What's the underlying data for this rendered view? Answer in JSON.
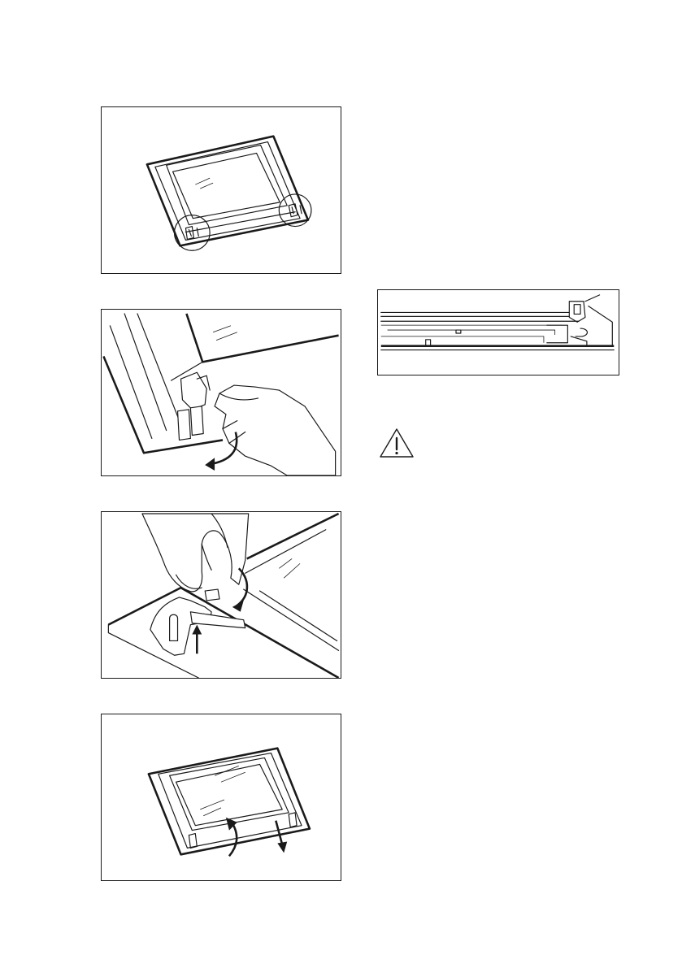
{
  "page": {
    "figures": [
      {
        "id": "fig1",
        "icon": "oven-door-hinges-illustration"
      },
      {
        "id": "fig2",
        "icon": "hinge-lever-open-illustration"
      },
      {
        "id": "fig3",
        "icon": "hinge-lever-press-illustration"
      },
      {
        "id": "fig4",
        "icon": "door-glass-removal-illustration"
      },
      {
        "id": "fig5",
        "icon": "door-profile-section-illustration"
      }
    ],
    "warning_icon": "warning-triangle-icon"
  },
  "colors": {
    "line": "#1a1a1a",
    "background": "#ffffff"
  }
}
